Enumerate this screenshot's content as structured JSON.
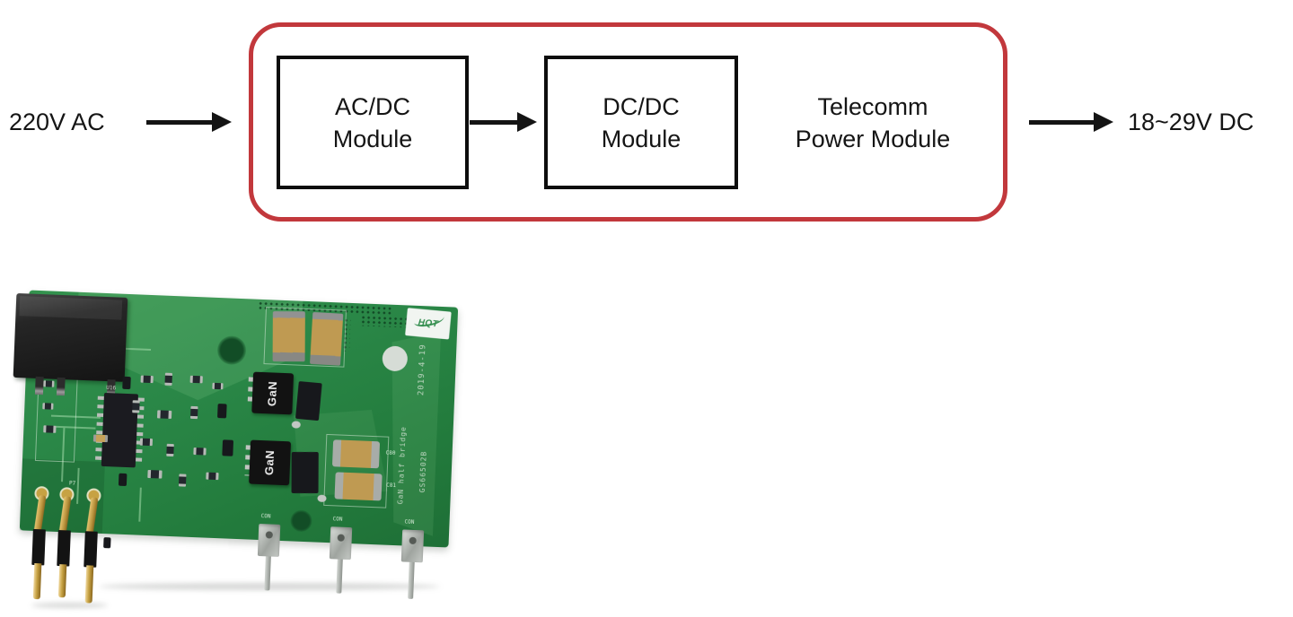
{
  "diagram": {
    "input_label": "220V AC",
    "output_label": "18~29V DC",
    "module_group_label": {
      "line1": "Telecomm",
      "line2": "Power Module"
    },
    "boxes": [
      {
        "line1": "AC/DC",
        "line2": "Module"
      },
      {
        "line1": "DC/DC",
        "line2": "Module"
      }
    ],
    "colors": {
      "group_outline": "#c2383c",
      "box_border": "#0d0d0d"
    }
  },
  "pcb_photo": {
    "logo_text": "HQT",
    "markings": {
      "date_code": "2019-4-19",
      "board_title": "GaN half bridge",
      "part_number": "GS66502B",
      "gan_chip_logo": "GaN",
      "ref_designators": {
        "ic": "U16",
        "header": "P7",
        "cap_top": "C80",
        "cap_bottom": "C81"
      },
      "connector_labels": [
        "CON",
        "CON",
        "CON"
      ]
    },
    "colors": {
      "board_green": "#2a8747",
      "capacitor_tan": "#bf9a52",
      "pin_gold": "#c7a243",
      "pin_silver": "#b7bab6"
    }
  }
}
